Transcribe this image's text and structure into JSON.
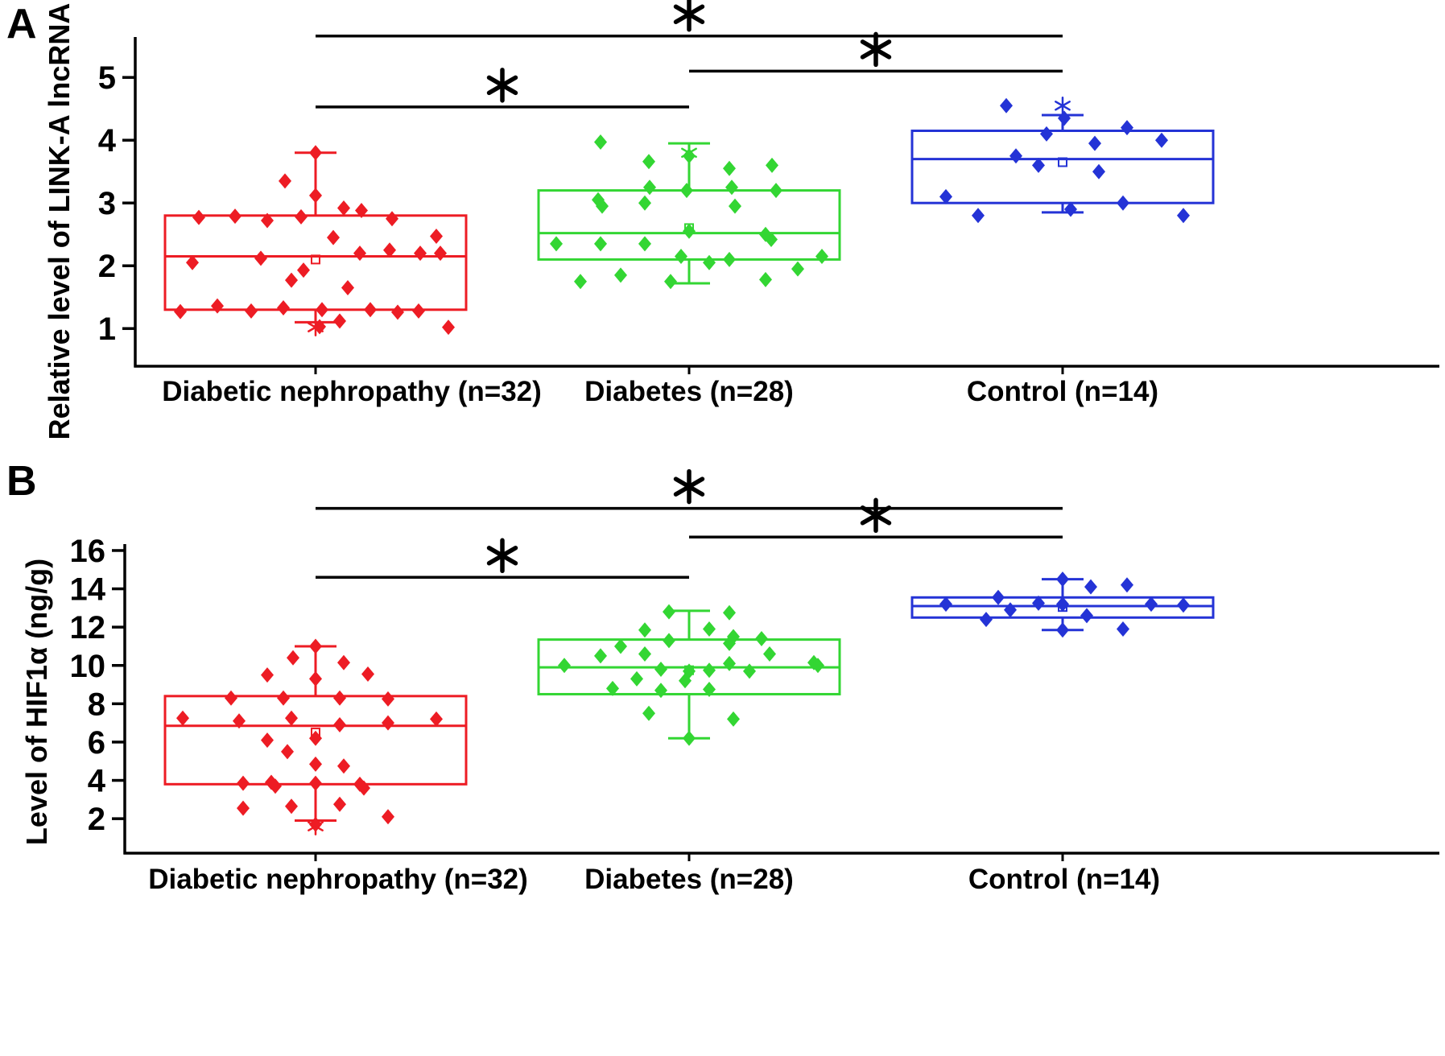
{
  "panels": {
    "a_label": "A",
    "b_label": "B"
  },
  "chart_data": [
    {
      "type": "box",
      "panel": "A",
      "title": "",
      "xlabel": "",
      "ylabel": "Relative level of LINK-A lncRNA",
      "yticks": [
        1,
        2,
        3,
        4,
        5
      ],
      "ylim": [
        0.4,
        5.8
      ],
      "grid": false,
      "legend": "none",
      "categories": [
        "Diabetic nephropathy  (n=32)",
        "Diabetes (n=28)",
        "Control (n=14)"
      ],
      "series": [
        {
          "name": "Diabetic nephropathy",
          "n": 32,
          "color": "#ed1c24",
          "box": {
            "q1": 1.3,
            "median": 2.15,
            "q3": 2.8,
            "whisker_low": 1.1,
            "whisker_high": 3.8,
            "mean": 2.1
          },
          "extremes": [
            1.02
          ],
          "points": [
            [
              -38,
              3.35
            ],
            [
              0,
              3.8
            ],
            [
              0,
              3.12
            ],
            [
              -145,
              2.77
            ],
            [
              -100,
              2.79
            ],
            [
              -60,
              2.72
            ],
            [
              -18,
              2.78
            ],
            [
              35,
              2.92
            ],
            [
              57,
              2.88
            ],
            [
              95,
              2.75
            ],
            [
              22,
              2.45
            ],
            [
              150,
              2.47
            ],
            [
              -153,
              2.05
            ],
            [
              -68,
              2.12
            ],
            [
              55,
              2.2
            ],
            [
              92,
              2.25
            ],
            [
              130,
              2.2
            ],
            [
              155,
              2.2
            ],
            [
              -15,
              1.93
            ],
            [
              -30,
              1.77
            ],
            [
              40,
              1.65
            ],
            [
              -168,
              1.27
            ],
            [
              -122,
              1.36
            ],
            [
              -80,
              1.28
            ],
            [
              -40,
              1.33
            ],
            [
              8,
              1.3
            ],
            [
              30,
              1.12
            ],
            [
              68,
              1.3
            ],
            [
              102,
              1.26
            ],
            [
              128,
              1.28
            ],
            [
              5,
              1.03
            ],
            [
              165,
              1.02
            ]
          ]
        },
        {
          "name": "Diabetes",
          "n": 28,
          "color": "#33d633",
          "box": {
            "q1": 2.1,
            "median": 2.52,
            "q3": 3.2,
            "whisker_low": 1.72,
            "whisker_high": 3.95,
            "mean": 2.6
          },
          "extremes": [
            3.8
          ],
          "points": [
            [
              -110,
              3.97
            ],
            [
              -50,
              3.66
            ],
            [
              0,
              3.75
            ],
            [
              50,
              3.55
            ],
            [
              103,
              3.6
            ],
            [
              -113,
              3.05
            ],
            [
              -108,
              2.95
            ],
            [
              -55,
              3.0
            ],
            [
              -49,
              3.25
            ],
            [
              -3,
              3.2
            ],
            [
              53,
              3.25
            ],
            [
              57,
              2.95
            ],
            [
              108,
              3.2
            ],
            [
              0,
              2.55
            ],
            [
              95,
              2.5
            ],
            [
              102,
              2.42
            ],
            [
              -165,
              2.35
            ],
            [
              -110,
              2.35
            ],
            [
              -55,
              2.35
            ],
            [
              -10,
              2.15
            ],
            [
              25,
              2.05
            ],
            [
              165,
              2.15
            ],
            [
              135,
              1.95
            ],
            [
              -135,
              1.75
            ],
            [
              -85,
              1.85
            ],
            [
              -23,
              1.75
            ],
            [
              95,
              1.78
            ],
            [
              50,
              2.1
            ]
          ]
        },
        {
          "name": "Control",
          "n": 14,
          "color": "#2433d6",
          "box": {
            "q1": 3.0,
            "median": 3.7,
            "q3": 4.15,
            "whisker_low": 2.85,
            "whisker_high": 4.4,
            "mean": 3.65
          },
          "extremes": [
            4.55
          ],
          "points": [
            [
              -70,
              4.55
            ],
            [
              -20,
              4.1
            ],
            [
              2,
              4.35
            ],
            [
              40,
              3.95
            ],
            [
              80,
              4.2
            ],
            [
              123,
              4.0
            ],
            [
              -58,
              3.75
            ],
            [
              -30,
              3.6
            ],
            [
              45,
              3.5
            ],
            [
              -145,
              3.1
            ],
            [
              75,
              3.0
            ],
            [
              -105,
              2.8
            ],
            [
              10,
              2.9
            ],
            [
              150,
              2.8
            ]
          ]
        }
      ],
      "significance": [
        {
          "groups": [
            0,
            1
          ],
          "y": 4.53,
          "label": "*"
        },
        {
          "groups": [
            1,
            2
          ],
          "y": 5.1,
          "label": "*"
        },
        {
          "groups": [
            0,
            2
          ],
          "y": 5.66,
          "label": "*"
        }
      ]
    },
    {
      "type": "box",
      "panel": "B",
      "title": "",
      "xlabel": "",
      "ylabel": "Level of HIF1α (ng/g)",
      "yticks": [
        2,
        4,
        6,
        8,
        10,
        12,
        14,
        16
      ],
      "ylim": [
        0.2,
        18.8
      ],
      "grid": false,
      "legend": "none",
      "categories": [
        "Diabetic nephropathy  (n=32)",
        "Diabetes (n=28)",
        "Control (n=14)"
      ],
      "series": [
        {
          "name": "Diabetic nephropathy",
          "n": 32,
          "color": "#ed1c24",
          "box": {
            "q1": 3.8,
            "median": 6.85,
            "q3": 8.4,
            "whisker_low": 1.9,
            "whisker_high": 11.0,
            "mean": 6.5
          },
          "extremes": [
            1.6
          ],
          "points": [
            [
              0,
              11.0
            ],
            [
              -28,
              10.4
            ],
            [
              35,
              10.15
            ],
            [
              65,
              9.55
            ],
            [
              0,
              9.3
            ],
            [
              -60,
              9.5
            ],
            [
              -105,
              8.3
            ],
            [
              -40,
              8.3
            ],
            [
              30,
              8.3
            ],
            [
              90,
              8.25
            ],
            [
              -165,
              7.25
            ],
            [
              -95,
              7.1
            ],
            [
              -30,
              7.25
            ],
            [
              30,
              6.9
            ],
            [
              90,
              7.0
            ],
            [
              150,
              7.2
            ],
            [
              -60,
              6.1
            ],
            [
              0,
              6.2
            ],
            [
              -35,
              5.5
            ],
            [
              0,
              4.85
            ],
            [
              35,
              4.75
            ],
            [
              -90,
              3.85
            ],
            [
              -55,
              3.9
            ],
            [
              -50,
              3.7
            ],
            [
              0,
              3.85
            ],
            [
              55,
              3.8
            ],
            [
              60,
              3.6
            ],
            [
              -90,
              2.55
            ],
            [
              -30,
              2.65
            ],
            [
              30,
              2.75
            ],
            [
              0,
              1.7
            ],
            [
              90,
              2.1
            ]
          ]
        },
        {
          "name": "Diabetes",
          "n": 28,
          "color": "#33d633",
          "box": {
            "q1": 8.5,
            "median": 9.9,
            "q3": 11.35,
            "whisker_low": 6.2,
            "whisker_high": 12.85,
            "mean": 9.75
          },
          "extremes": [],
          "points": [
            [
              -25,
              12.8
            ],
            [
              50,
              12.75
            ],
            [
              -55,
              11.85
            ],
            [
              25,
              11.9
            ],
            [
              55,
              11.5
            ],
            [
              90,
              11.4
            ],
            [
              -85,
              11.0
            ],
            [
              -25,
              11.3
            ],
            [
              50,
              11.15
            ],
            [
              -110,
              10.5
            ],
            [
              -55,
              10.6
            ],
            [
              -155,
              10.0
            ],
            [
              50,
              10.1
            ],
            [
              100,
              10.6
            ],
            [
              155,
              10.15
            ],
            [
              160,
              10.0
            ],
            [
              -35,
              9.8
            ],
            [
              0,
              9.7
            ],
            [
              25,
              9.75
            ],
            [
              75,
              9.7
            ],
            [
              -65,
              9.3
            ],
            [
              -5,
              9.2
            ],
            [
              -95,
              8.8
            ],
            [
              -35,
              8.7
            ],
            [
              25,
              8.75
            ],
            [
              -50,
              7.5
            ],
            [
              55,
              7.2
            ],
            [
              0,
              6.2
            ]
          ]
        },
        {
          "name": "Control",
          "n": 14,
          "color": "#2433d6",
          "box": {
            "q1": 12.5,
            "median": 13.1,
            "q3": 13.55,
            "whisker_low": 11.85,
            "whisker_high": 14.5,
            "mean": 13.05
          },
          "extremes": [],
          "points": [
            [
              -145,
              13.2
            ],
            [
              -80,
              13.55
            ],
            [
              -65,
              12.9
            ],
            [
              -95,
              12.4
            ],
            [
              -30,
              13.25
            ],
            [
              0,
              14.5
            ],
            [
              0,
              13.2
            ],
            [
              35,
              14.1
            ],
            [
              30,
              12.6
            ],
            [
              0,
              11.85
            ],
            [
              80,
              14.2
            ],
            [
              75,
              11.9
            ],
            [
              150,
              13.15
            ],
            [
              110,
              13.2
            ]
          ]
        }
      ],
      "significance": [
        {
          "groups": [
            0,
            1
          ],
          "y": 14.6,
          "label": "*"
        },
        {
          "groups": [
            1,
            2
          ],
          "y": 16.7,
          "label": "*"
        },
        {
          "groups": [
            0,
            2
          ],
          "y": 18.2,
          "label": "*"
        }
      ]
    }
  ]
}
